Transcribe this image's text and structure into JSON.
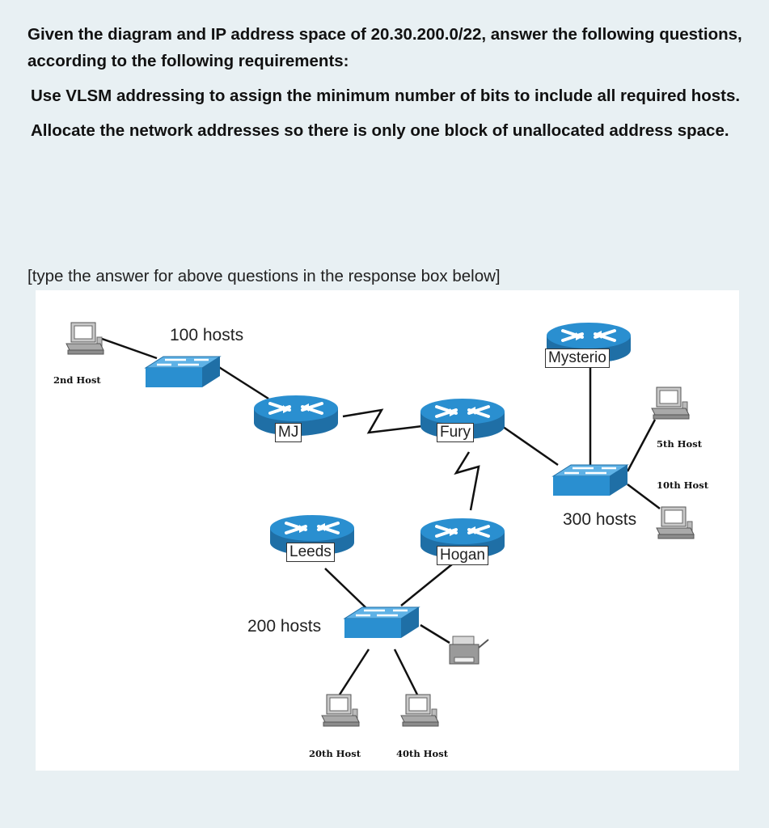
{
  "question": {
    "intro_plain_1": "Given the diagram and IP address space of ",
    "intro_address": "20.30.200.0/22",
    "intro_plain_2": ", answer the following questions, according to the following requirements:",
    "req1": "Use VLSM addressing to assign the minimum number of bits to include all required hosts.",
    "req2": "Allocate the network addresses so there is only one block of unallocated address space."
  },
  "instruction": "[type the answer for above questions in the response box below]",
  "diagram": {
    "routers": {
      "mj": "MJ",
      "fury": "Fury",
      "mysterio": "Mysterio",
      "leeds": "Leeds",
      "hogan": "Hogan"
    },
    "lan_labels": {
      "lan_100": "100 hosts",
      "lan_200": "200 hosts",
      "lan_300": "300 hosts"
    },
    "hosts": {
      "h2": "2nd Host",
      "h5": "5th Host",
      "h10": "10th Host",
      "h20": "20th Host",
      "h40": "40th Host"
    },
    "colors": {
      "device_blue": "#2a8fd0",
      "device_dark": "#1f6fa6",
      "link": "#111111"
    }
  }
}
